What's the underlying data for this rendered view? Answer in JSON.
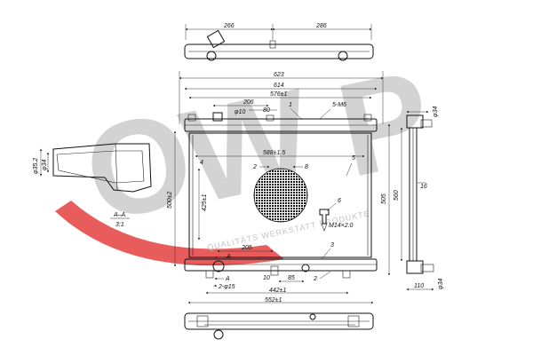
{
  "brand": {
    "logo_text": "OWP",
    "tagline": "QUALITÄTS WERKSTATT PRODUKTE",
    "accent_color": "#e22a2a",
    "gray_color": "#c8c8c8"
  },
  "top_view": {
    "dim_left": "266",
    "dim_right": "286"
  },
  "front_view": {
    "overall_width": "623",
    "width_614": "614",
    "width_576": "576±1",
    "dim_206": "206",
    "dim_phi10": "φ10",
    "dim_80": "80",
    "callout_1": "1",
    "thread_5": "5-M6",
    "dim_588": "588±1.5",
    "callout_2a": "2",
    "callout_8": "8",
    "callout_4": "4",
    "callout_5": "5",
    "height_500": "500±2",
    "height_425": "425±1",
    "height_505": "505",
    "callout_6": "6",
    "drain_thread": "M14×2.0",
    "callout_3": "3",
    "dim_205": "205",
    "label_a_top": "A",
    "label_a_bottom": "A",
    "dim_2phi15": "2-φ15",
    "dim_10": "10",
    "dim_85": "85",
    "callout_2b": "2",
    "width_442": "442±1",
    "width_552": "552±1"
  },
  "section_view": {
    "dim_phi35": "φ35.2",
    "dim_phi34": "φ34",
    "section_label": "A–A",
    "scale": "3:1"
  },
  "side_view": {
    "dim_phi34_top": "φ34",
    "dim_560": "560",
    "dim_16": "16",
    "dim_110": "110",
    "dim_phi34_bottom": "φ34"
  }
}
